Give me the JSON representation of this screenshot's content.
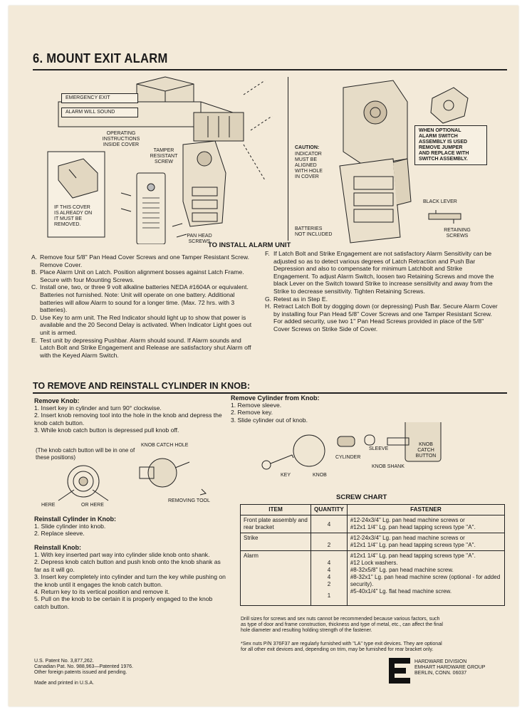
{
  "section": {
    "title": "6. MOUNT EXIT ALARM"
  },
  "figure_left": {
    "emergency_exit": "EMERGENCY EXIT",
    "alarm_will_sound": "ALARM WILL SOUND",
    "operating_instructions": "OPERATING\nINSTRUCTIONS\nINSIDE COVER",
    "tamper_screw": "TAMPER\nRESISTANT\nSCREW",
    "cover_note": "IF THIS COVER\nIS ALREADY ON\nIT MUST BE\nREMOVED.",
    "pan_head_screws": "PAN HEAD\nSCREWS"
  },
  "figure_right": {
    "caution": "CAUTION:",
    "caution_text": "INDICATOR\nMUST BE\nALIGNED\nWITH HOLE\nIN COVER",
    "optional_switch": "WHEN OPTIONAL\nALARM SWITCH\nASSEMBLY IS USED\nREMOVE JUMPER\nAND REPLACE WITH\nSWITCH ASSEMBLY.",
    "black_lever": "BLACK LEVER",
    "retaining_screws": "RETAINING\nSCREWS",
    "batteries": "BATTERIES\nNOT INCLUDED"
  },
  "install_heading": "TO INSTALL ALARM UNIT",
  "install_left": [
    {
      "label": "A.",
      "text": "Remove four 5/8'' Pan Head Cover Screws and one Tamper Resistant Screw. Remove Cover."
    },
    {
      "label": "B.",
      "text": "Place Alarm Unit on Latch. Position alignment bosses against Latch Frame. Secure with four Mounting Screws."
    },
    {
      "label": "C.",
      "text": "Install one, two, or three 9 volt alkaline batteries NEDA #1604A or equivalent. Batteries not furnished. Note: Unit will operate on one battery. Additional batteries will allow Alarm to sound for a longer time. (Max. 72 hrs. with 3 batteries)."
    },
    {
      "label": "D.",
      "text": "Use Key to arm unit. The Red Indicator should light up to show that power is available and the 20 Second Delay is activated. When Indicator Light goes out unit is armed."
    },
    {
      "label": "E.",
      "text": "Test unit by depressing Pushbar. Alarm should sound. If Alarm sounds and Latch Bolt and Strike Engagement and Release are satisfactory shut Alarm off with the Keyed Alarm Switch."
    }
  ],
  "install_right": [
    {
      "label": "F.",
      "text": "If Latch Bolt and Strike Engagement are not satisfactory Alarm Sensitivity can be adjusted so as to detect various degrees of Latch Retraction and Push Bar Depression and also to compensate for minimum Latchbolt and Strike Engagement. To adjust Alarm Switch, loosen two Retaining Screws and move the black Lever on the Switch toward Strike to increase sensitivity and away from the Strike to decrease sensitivity. Tighten Retaining Screws."
    },
    {
      "label": "G.",
      "text": "Retest as in Step E."
    },
    {
      "label": "H.",
      "text": "Retract Latch Bolt by dogging down (or depressing) Push Bar. Secure Alarm Cover by installing four Pan Head 5/8'' Cover Screws and one Tamper Resistant Screw. For added security, use two 1'' Pan Head Screws provided in place of the 5/8'' Cover Screws on Strike Side of Cover."
    }
  ],
  "section2": {
    "title": "TO REMOVE AND REINSTALL CYLINDER IN KNOB:"
  },
  "remove_knob": {
    "heading": "Remove Knob:",
    "steps": [
      "1. Insert key in cylinder and turn 90° clockwise.",
      "2. Insert knob removing tool into the hole in the knob and depress the knob catch button.",
      "3. While knob catch button is depressed pull knob off."
    ]
  },
  "remove_cylinder": {
    "heading": "Remove Cylinder from Knob:",
    "steps": [
      "1. Remove sleeve.",
      "2. Remove key.",
      "3. Slide cylinder out of knob."
    ]
  },
  "knob_figure": {
    "note": "(The knob catch button will be in one of these positions)",
    "here": "HERE",
    "or_here": "OR HERE",
    "catch_hole": "KNOB CATCH HOLE",
    "removing_tool": "REMOVING TOOL"
  },
  "parts_figure": {
    "key": "KEY",
    "knob": "KNOB",
    "cylinder": "CYLINDER",
    "sleeve": "SLEEVE",
    "catch_button": "KNOB\nCATCH\nBUTTON",
    "knob_shank": "KNOB SHANK"
  },
  "reinstall_cylinder": {
    "heading": "Reinstall Cylinder in Knob:",
    "steps": [
      "1. Slide cylinder into knob.",
      "2. Replace sleeve."
    ]
  },
  "reinstall_knob": {
    "heading": "Reinstall Knob:",
    "steps": [
      "1. With key inserted part way into cylinder slide knob onto shank.",
      "2. Depress knob catch button and push knob onto the knob shank as far as it will go.",
      "3. Insert key completely into cylinder and turn the key while pushing on the knob until it engages the knob catch button.",
      "4. Return key to its vertical position and remove it.",
      "5. Pull on the knob to be certain it is properly engaged to the knob catch button."
    ]
  },
  "screw_chart": {
    "title": "SCREW CHART",
    "headers": [
      "ITEM",
      "QUANTITY",
      "FASTENER"
    ],
    "rows": [
      {
        "item": "Front plate assembly and rear bracket",
        "qty": [
          "4"
        ],
        "fastener": [
          "#12-24x3/4'' Lg. pan head machine screws or",
          "#12x1 1/4'' Lg. pan head tapping screws type ''A''."
        ]
      },
      {
        "item": "Strike",
        "qty": [
          "2"
        ],
        "fastener": [
          "#12-24x3/4'' Lg. pan head machine screws or",
          "#12x1 1/4'' Lg. pan head tapping screws type ''A''."
        ]
      },
      {
        "item": "Alarm",
        "qty": [
          "4",
          "4",
          "4",
          "2",
          "1"
        ],
        "fastener": [
          "#12x1 1/4'' Lg. pan head tapping screws type ''A''.",
          "#12 Lock washers.",
          "#8-32x5/8'' Lg. pan head machine screw.",
          "#8-32x1'' Lg. pan head machine screw (optional - for added security).",
          "#5-40x1/4'' Lg. flat head machine screw."
        ]
      }
    ]
  },
  "drill_note": "Drill sizes for screws and sex nuts cannot be recommended because various factors, such as type of door and frame construction, thickness and type of metal, etc., can affect the final hole diameter and resulting holding strength of the fastener.",
  "sex_nut_note": "*Sex nuts P/N 376F37 are regularly furnished with ''LA'' type exit devices. They are optional for all other exit devices and, depending on trim, may be furnished for rear bracket only.",
  "patents": [
    "U.S. Patent No. 3,877,262.",
    "Canadian Pat. No. 988,963—Patented 1976.",
    "Other foreign patents issued and pending."
  ],
  "made_in": "Made and printed in U.S.A.",
  "brand": {
    "line1": "HARDWARE DIVISION",
    "line2": "EMHART HARDWARE GROUP",
    "line3": "BERLIN, CONN. 06037",
    "logo_letter": "E"
  }
}
